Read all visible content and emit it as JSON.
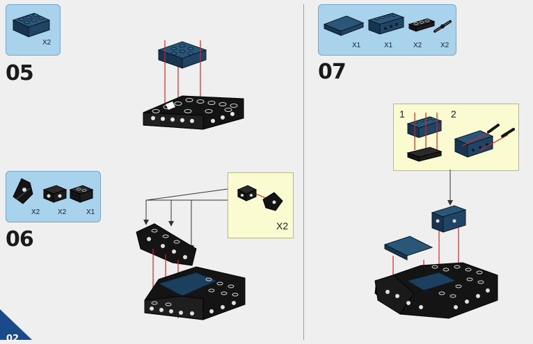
{
  "page": {
    "number": "02"
  },
  "steps": [
    {
      "id": "05",
      "number": "05",
      "parts": [
        {
          "icon": "dark-blue-brick-2x3",
          "qty": "X2"
        }
      ]
    },
    {
      "id": "06",
      "number": "06",
      "parts": [
        {
          "icon": "black-clip-wing-piece",
          "qty": "X2"
        },
        {
          "icon": "black-brick-1x2-with-holes",
          "qty": "X2"
        },
        {
          "icon": "black-brick-1x2",
          "qty": "X1"
        }
      ],
      "callout": {
        "qty": "X2"
      }
    },
    {
      "id": "07",
      "number": "07",
      "parts": [
        {
          "icon": "dark-blue-tile-2x4",
          "qty": "X1"
        },
        {
          "icon": "dark-blue-technic-brick-1x4",
          "qty": "X1"
        },
        {
          "icon": "black-plate-1x3",
          "qty": "X2"
        },
        {
          "icon": "black-technic-pin-long",
          "qty": "X2"
        }
      ],
      "subassembly": {
        "label1": "1",
        "label2": "2"
      }
    }
  ],
  "colors": {
    "background": "#efefef",
    "parts_box": "#a9d3ed",
    "callout": "#fbfbd2",
    "brick_dark_blue": "#1b3f5c",
    "brick_black": "#141414",
    "arrow_red": "#e02020",
    "corner_blue": "#1b4a8a"
  }
}
